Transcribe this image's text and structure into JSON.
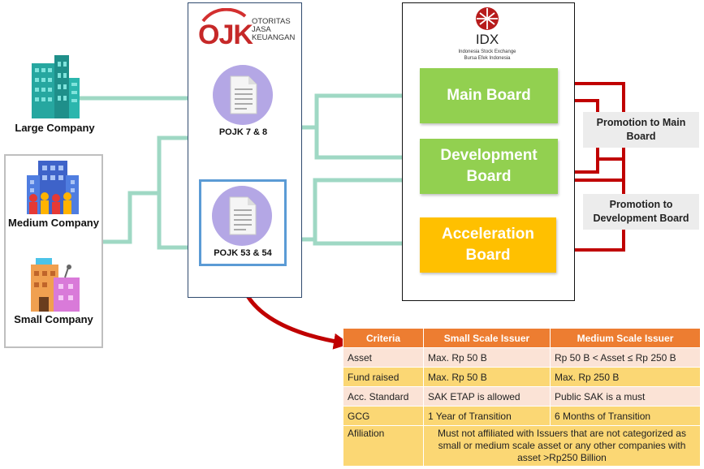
{
  "companies": {
    "large": "Large Company",
    "medium": "Medium Company",
    "small": "Small Company"
  },
  "ojk": {
    "logo_text": "OJK",
    "name_line1": "OTORITAS",
    "name_line2": "JASA",
    "name_line3": "KEUANGAN",
    "doc1_label": "POJK 7 & 8",
    "doc2_label": "POJK 53 & 54"
  },
  "idx": {
    "logo_text": "IDX",
    "sub1": "Indonesia Stock Exchange",
    "sub2": "Bursa Efek Indonesia",
    "boards": {
      "main": "Main Board",
      "development_line1": "Development",
      "development_line2": "Board",
      "acceleration_line1": "Acceleration",
      "acceleration_line2": "Board"
    }
  },
  "promotions": {
    "to_main_line1": "Promotion to Main",
    "to_main_line2": "Board",
    "to_dev_line1": "Promotion to",
    "to_dev_line2": "Development Board"
  },
  "criteria_table": {
    "headers": [
      "Criteria",
      "Small Scale Issuer",
      "Medium Scale Issuer"
    ],
    "rows": [
      [
        "Asset",
        "Max. Rp 50 B",
        "Rp 50 B < Asset ≤ Rp 250 B"
      ],
      [
        "Fund raised",
        "Max. Rp 50 B",
        "Max. Rp 250 B"
      ],
      [
        "Acc. Standard",
        "SAK ETAP is allowed",
        "Public SAK is a must"
      ],
      [
        "GCG",
        "1 Year of Transition",
        "6 Months of Transition"
      ]
    ],
    "affiliation_label": "Afiliation",
    "affiliation_line1": "Must not affiliated with Issuers that are not categorized as",
    "affiliation_line2": "small or medium scale asset or any other companies with",
    "affiliation_line3": "asset >Rp250 Billion"
  },
  "colors": {
    "green_board": "#92d050",
    "yellow_board": "#ffc000",
    "teal_arrow": "#9fd8c4",
    "red_arrow": "#c00000",
    "orange_header": "#ed7d31",
    "doc_circle": "#b4a7e5"
  }
}
